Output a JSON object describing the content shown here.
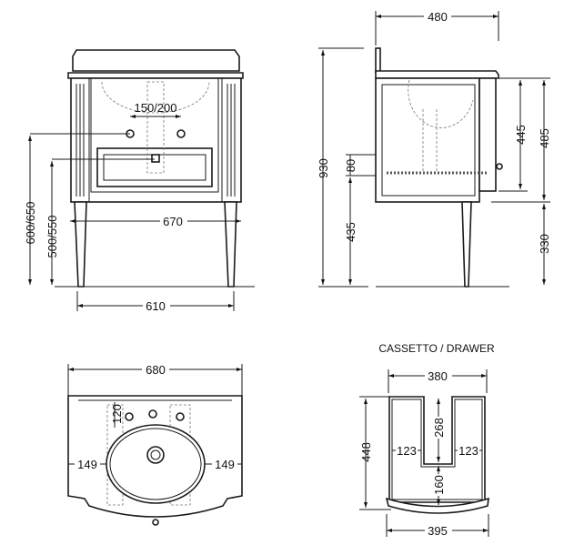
{
  "front_view": {
    "tap_spacing": "150/200",
    "tap_height": "600/650",
    "drain_height": "500/550",
    "body_width": "670",
    "leg_span": "610"
  },
  "side_view": {
    "depth": "480",
    "total_height": "930",
    "drain_offset": "80",
    "drain_base_height": "435",
    "drawer_height": "445",
    "cabinet_height": "485",
    "leg_height": "330"
  },
  "top_view": {
    "width": "680",
    "hole_offset": "120",
    "left_margin": "149",
    "right_margin": "149"
  },
  "drawer_view": {
    "title": "CASSETTO / DRAWER",
    "inner_width": "380",
    "depth": "448",
    "left_side": "123",
    "right_side": "123",
    "notch_depth": "268",
    "front_depth": "160",
    "front_width": "395"
  }
}
